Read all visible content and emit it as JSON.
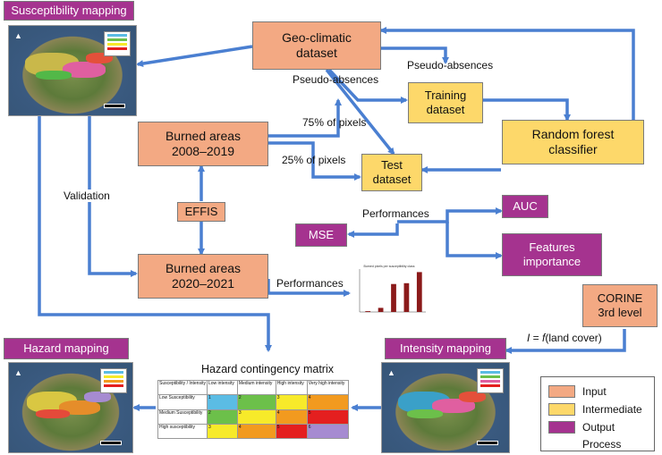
{
  "boxes": {
    "susceptibility_mapping": "Susceptibility mapping",
    "geo_climatic": "Geo-climatic\ndataset",
    "training": "Training\ndataset",
    "random_forest": "Random forest\nclassifier",
    "burned_2008": "Burned areas\n2008–2019",
    "test": "Test\ndataset",
    "effis": "EFFIS",
    "auc": "AUC",
    "mse": "MSE",
    "features": "Features\nimportance",
    "burned_2020": "Burned areas\n2020–2021",
    "corine": "CORINE\n3rd level",
    "hazard_mapping": "Hazard mapping",
    "intensity_mapping": "Intensity mapping"
  },
  "labels": {
    "pseudo_abs_1": "Pseudo-absences",
    "pseudo_abs_2": "Pseudo-absences",
    "pct75": "75% of pixels",
    "pct25": "25% of pixels",
    "validation": "Validation",
    "performances_1": "Performances",
    "performances_2": "Performances",
    "intensity_fn_prefix": "I",
    "intensity_fn_mid": " = ",
    "intensity_fn_f": "f",
    "intensity_fn_suffix": "(land cover)",
    "matrix_title": "Hazard contingency matrix"
  },
  "matrix": {
    "header": [
      "Susceptibility / Intensity",
      "Low intensity",
      "Medium intensity",
      "High intensity",
      "Very high intensity"
    ],
    "rows": [
      {
        "label": "Low Susceptibility",
        "cells": [
          "1",
          "2",
          "3",
          "4"
        ],
        "colors": [
          "#5bbce4",
          "#6cc04a",
          "#f7ea2a",
          "#f29a1f"
        ]
      },
      {
        "label": "Medium Susceptibility",
        "cells": [
          "2",
          "3",
          "4",
          "5"
        ],
        "colors": [
          "#6cc04a",
          "#f7ea2a",
          "#f29a1f",
          "#e41f1f"
        ]
      },
      {
        "label": "High susceptibility",
        "cells": [
          "3",
          "4",
          "5",
          "6"
        ],
        "colors": [
          "#f7ea2a",
          "#f29a1f",
          "#e41f1f",
          "#a68bd1"
        ]
      }
    ]
  },
  "legend": {
    "input": "Input",
    "intermediate": "Intermediate",
    "output": "Output",
    "process": "Process"
  },
  "colors": {
    "input": "#f3a983",
    "intermediate": "#fdd86a",
    "output": "#a5338f",
    "arrow": "#4a7fd1"
  },
  "mini_chart": {
    "type": "bar",
    "title": "Burned pixels per susceptibility class",
    "values": [
      2,
      10,
      68,
      70,
      97
    ],
    "bar_color": "#8b1a1a"
  }
}
